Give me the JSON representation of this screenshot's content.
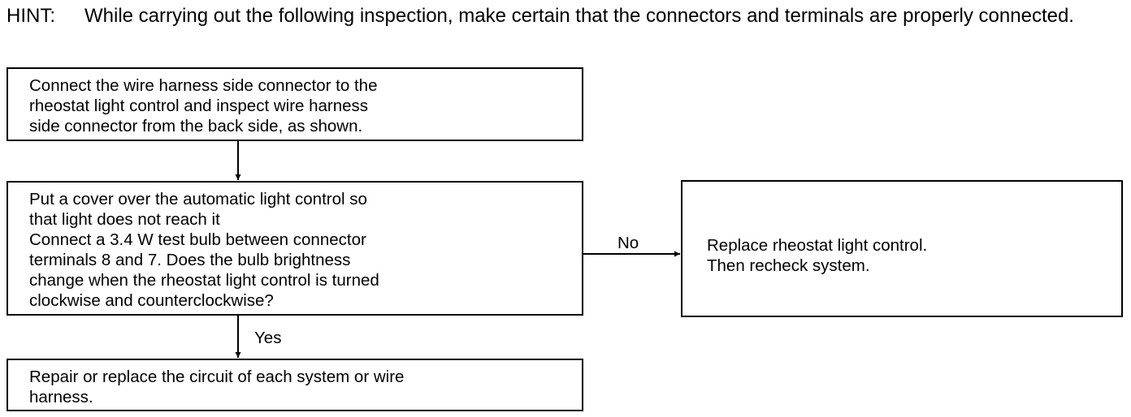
{
  "hint": {
    "label": "HINT:",
    "text": "While carrying out the following inspection, make certain that the connectors and terminals are properly connected."
  },
  "boxes": {
    "connect": {
      "lines": [
        "Connect the wire harness side connector to the",
        "rheostat light control and inspect wire harness",
        "side connector from the back side, as shown."
      ]
    },
    "test": {
      "lines": [
        "Put a cover over the automatic light control so",
        "that light does not reach it",
        "Connect a 3.4 W test bulb between connector",
        "terminals 8 and 7. Does the bulb brightness",
        "change when the rheostat light control is turned",
        "clockwise and counterclockwise?"
      ]
    },
    "repair": {
      "lines": [
        "Repair or replace the circuit of each system or wire",
        "harness."
      ]
    },
    "replace": {
      "lines": [
        "Replace rheostat light control.",
        "Then recheck system."
      ]
    }
  },
  "edges": {
    "no_label": "No",
    "yes_label": "Yes"
  }
}
